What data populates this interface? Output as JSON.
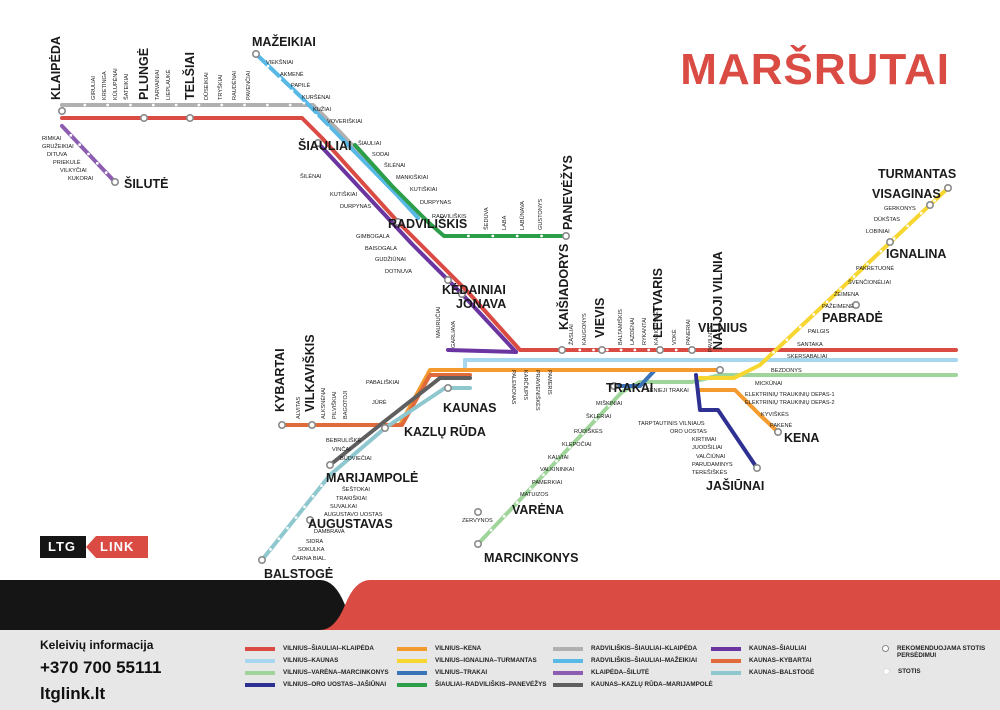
{
  "title": "MARŠRUTAI",
  "logo": {
    "left": "LTG",
    "right": "LINK"
  },
  "footer": {
    "info_label": "Keleivių informacija",
    "phone": "+370 700 55111",
    "website": "ltglink.lt"
  },
  "colors": {
    "red": "#d94b43",
    "gray": "#b0b0b0",
    "light_blue": "#a6d7ee",
    "light_green": "#9fd59a",
    "dark_blue": "#2e3192",
    "orange": "#f49a2f",
    "yellow": "#f7d631",
    "trakai_blue": "#3b73b9",
    "green": "#2c9d48",
    "teal_blue": "#58b8e6",
    "purple_gray": "#8d5db1",
    "purple": "#6a35a0",
    "dark_gray": "#5f5f5f",
    "kybartai_orange": "#e06a3a",
    "balstoge_blue": "#8fc7cf"
  },
  "map": {
    "major_stations": [
      {
        "id": "klaipeda",
        "name": "KLAIPĖDA"
      },
      {
        "id": "plunge",
        "name": "PLUNGĖ"
      },
      {
        "id": "telsiai",
        "name": "TELŠIAI"
      },
      {
        "id": "silute",
        "name": "ŠILUTĖ"
      },
      {
        "id": "mazeikiai",
        "name": "MAŽEIKIAI"
      },
      {
        "id": "siauliai",
        "name": "ŠIAULIAI"
      },
      {
        "id": "radviliskis",
        "name": "RADVILIŠKIS"
      },
      {
        "id": "panevezys",
        "name": "PANEVĖŽYS"
      },
      {
        "id": "kedainiai",
        "name": "KĖDAINIAI"
      },
      {
        "id": "jonava",
        "name": "JONAVA"
      },
      {
        "id": "kaisiadorys",
        "name": "KAIŠIADORYS"
      },
      {
        "id": "vievis",
        "name": "VIEVIS"
      },
      {
        "id": "lentvaris",
        "name": "LENTVARIS"
      },
      {
        "id": "vilnius",
        "name": "VILNIUS"
      },
      {
        "id": "naujoji_vilnia",
        "name": "NAUJOJI VILNIA"
      },
      {
        "id": "trakai",
        "name": "TRAKAI"
      },
      {
        "id": "kaunas",
        "name": "KAUNAS"
      },
      {
        "id": "kazlu_ruda",
        "name": "KAZLŲ RŪDA"
      },
      {
        "id": "kybartai",
        "name": "KYBARTAI"
      },
      {
        "id": "vilkaviskis",
        "name": "VILKAVIŠKIS"
      },
      {
        "id": "marijampole",
        "name": "MARIJAMPOLĖ"
      },
      {
        "id": "augustavas",
        "name": "AUGUSTAVAS"
      },
      {
        "id": "balstoge",
        "name": "BALSTOGĖ"
      },
      {
        "id": "varena",
        "name": "VARĖNA"
      },
      {
        "id": "marcinkonys",
        "name": "MARCINKONYS"
      },
      {
        "id": "kena",
        "name": "KENA"
      },
      {
        "id": "jasiunai",
        "name": "JAŠIŪNAI"
      },
      {
        "id": "pabrade",
        "name": "PABRADĖ"
      },
      {
        "id": "ignalina",
        "name": "IGNALINA"
      },
      {
        "id": "visaginas",
        "name": "VISAGINAS"
      },
      {
        "id": "turmantas",
        "name": "TURMANTAS"
      }
    ],
    "minor_stations": [
      "GIRULIAI",
      "KRETINGA",
      "KŪLUPĖNAI",
      "ŠATEIKIAI",
      "TARVAINIAI",
      "LIEPLAUKĖ",
      "DŪSEIKIAI",
      "TRYŠKIAI",
      "RAUDĖNAI",
      "PAVENČIAI",
      "RIMKAI",
      "GRUŽEIKIAI",
      "DITUVA",
      "PRIEKULĖ",
      "VILKYČIAI",
      "KUKORAI",
      "VIEKŠNIAI",
      "AKMENĖ",
      "PAPILĖ",
      "KURŠĖNAI",
      "KUŽIAI",
      "VOVERIŠKIAI",
      "ŠIAULIAI",
      "SODAI",
      "ŠILĖNAI",
      "MANKIŠKIAI",
      "KUTIŠKIAI",
      "DURPYNAS",
      "RADVILIŠKIS",
      "ŠILĖNAI",
      "KUTIŠKIAI",
      "DURPYNAS",
      "ŠEDUVA",
      "LABA",
      "LABŪNAVA",
      "GUSTONYS",
      "GIMBOGALA",
      "BAISOGALA",
      "GUDŽIŪNAI",
      "DOTNUVA",
      "ŽASLIAI",
      "KAUGONYS",
      "BALTAMIŠKIS",
      "LAZDĖNAI",
      "RYKANTAI",
      "KARIOTIŠKĖS",
      "VOKĖ",
      "PANERIAI",
      "PALEMONAS",
      "KARČIUPIS",
      "PRAVIENIŠKĖS",
      "PAMERIS",
      "SENIEJI TRAKAI",
      "MIŠKINIAI",
      "ŠKLĖRIAI",
      "RŪDIŠKĖS",
      "KLEPOČIAI",
      "KALVIAI",
      "VALKININKAI",
      "PAMERKIAI",
      "MATUIZOS",
      "ZERVYNOS",
      "MAURUČIAI",
      "GARLIAVA",
      "PABALIŠKIAI",
      "JŪRĖ",
      "ALVITAS",
      "ALKSNĖNAI",
      "PILVIŠKIAI",
      "BAGOTOJI",
      "BEBRULIŠKĖ",
      "VINČAI",
      "BŪDVIEČIAI",
      "ŠEŠTOKAI",
      "TRAKIŠKIAI",
      "SUVALKAI",
      "AUGUSTAVO UOSTAS",
      "DAMBRAVA",
      "SIDRA",
      "SOKULKA",
      "ČARNA BIAL.",
      "PAVILNYS",
      "MICKŪNAI",
      "ELEKTRINIŲ TRAUKINIŲ DEPAS-1",
      "ELEKTRINIŲ TRAUKINIŲ DEPAS-2",
      "KYVIŠKĖS",
      "PAKENĖ",
      "TARPTAUTINIS VILNIAUS",
      "ORO UOSTAS",
      "KIRTIMAI",
      "JUODŠILIAI",
      "VALČIŪNAI",
      "PARUDAMINYS",
      "TEREŠIŠKĖS",
      "BEZDONYS",
      "SKERSABALIAI",
      "SANTAKA",
      "PAILGIS",
      "PAŽEIMENĖ",
      "ŽEIMENA",
      "ŠVENČIONĖLIAI",
      "PAKRETUONĖ",
      "LOBINIAI",
      "DŪKŠTAS",
      "GERKONYS"
    ]
  },
  "legend": {
    "routes": [
      {
        "label": "VILNIUS–ŠIAULIAI–KLAIPĖDA",
        "color": "#d94b43"
      },
      {
        "label": "VILNIUS–KAUNAS",
        "color": "#a6d7ee"
      },
      {
        "label": "VILNIUS–VARĖNA–MARCINKONYS",
        "color": "#9fd59a"
      },
      {
        "label": "VILNIUS–ORO UOSTAS–JAŠIŪNAI",
        "color": "#2e3192"
      },
      {
        "label": "VILNIUS–KENA",
        "color": "#f49a2f"
      },
      {
        "label": "VILNIUS–IGNALINA–TURMANTAS",
        "color": "#f7d631"
      },
      {
        "label": "VILNIUS–TRAKAI",
        "color": "#3b73b9"
      },
      {
        "label": "ŠIAULIAI–RADVILIŠKIS–PANEVĖŽYS",
        "color": "#2c9d48"
      },
      {
        "label": "RADVILIŠKIS–ŠIAULIAI–KLAIPĖDA",
        "color": "#b0b0b0"
      },
      {
        "label": "RADVILIŠKIS–ŠIAULIAI–MAŽEIKIAI",
        "color": "#58b8e6"
      },
      {
        "label": "KLAIPĖDA–ŠILUTĖ",
        "color": "#8d5db1"
      },
      {
        "label": "KAUNAS–KAZLŲ RŪDA–MARIJAMPOLĖ",
        "color": "#5f5f5f"
      },
      {
        "label": "KAUNAS–ŠIAULIAI",
        "color": "#6a35a0"
      },
      {
        "label": "KAUNAS–KYBARTAI",
        "color": "#e06a3a"
      },
      {
        "label": "KAUNAS–BALSTOGĖ",
        "color": "#8fc7cf"
      }
    ],
    "transfer_label": "REKOMENDUOJAMA STOTIS PERSĖDIMUI",
    "station_label": "STOTIS"
  }
}
